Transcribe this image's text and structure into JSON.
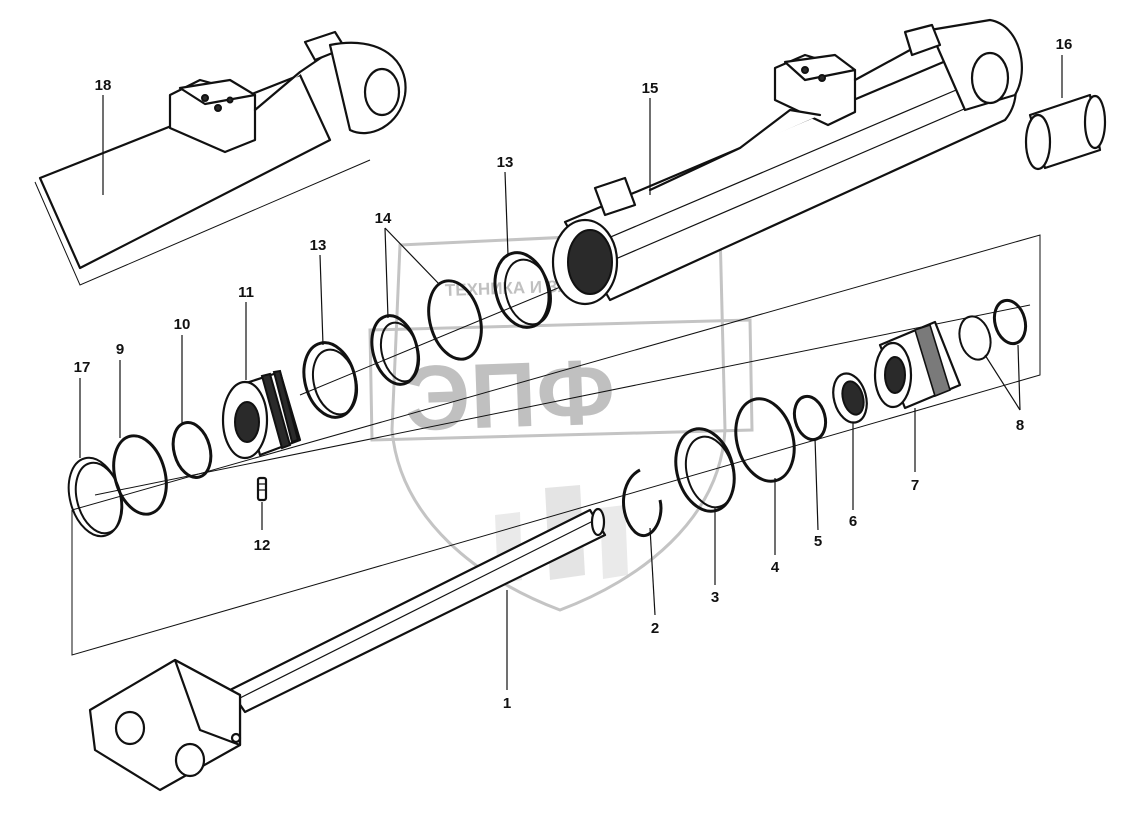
{
  "watermark": {
    "company": "ТЕХНИКА И ЗАПЧАСТИ",
    "logo": "ЭПФ"
  },
  "callouts": [
    {
      "id": "c1",
      "label": "1"
    },
    {
      "id": "c2",
      "label": "2"
    },
    {
      "id": "c3",
      "label": "3"
    },
    {
      "id": "c4",
      "label": "4"
    },
    {
      "id": "c5",
      "label": "5"
    },
    {
      "id": "c6",
      "label": "6"
    },
    {
      "id": "c7",
      "label": "7"
    },
    {
      "id": "c8",
      "label": "8"
    },
    {
      "id": "c9",
      "label": "9"
    },
    {
      "id": "c10",
      "label": "10"
    },
    {
      "id": "c11",
      "label": "11"
    },
    {
      "id": "c12",
      "label": "12"
    },
    {
      "id": "c13a",
      "label": "13"
    },
    {
      "id": "c13b",
      "label": "13"
    },
    {
      "id": "c14",
      "label": "14"
    },
    {
      "id": "c15",
      "label": "15"
    },
    {
      "id": "c16",
      "label": "16"
    },
    {
      "id": "c17",
      "label": "17"
    },
    {
      "id": "c18",
      "label": "18"
    }
  ],
  "colors": {
    "line": "#111111",
    "watermark": "#c4c4c4",
    "background": "#ffffff"
  }
}
